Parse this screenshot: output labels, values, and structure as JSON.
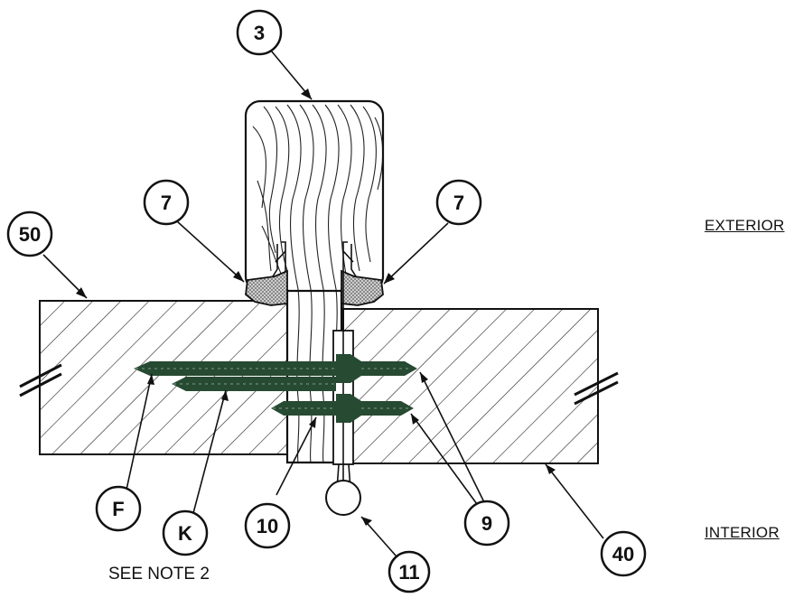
{
  "labels": {
    "exterior": "EXTERIOR",
    "interior": "INTERIOR",
    "note": "SEE NOTE 2"
  },
  "callouts": {
    "c3": "3",
    "c7a": "7",
    "c7b": "7",
    "c50": "50",
    "cF": "F",
    "cK": "K",
    "c10": "10",
    "c11": "11",
    "c9": "9",
    "c40": "40"
  },
  "colors": {
    "line": "#111111",
    "screw": "#274a32",
    "gasket": "#6a6a6a",
    "hatch": "#222222"
  }
}
